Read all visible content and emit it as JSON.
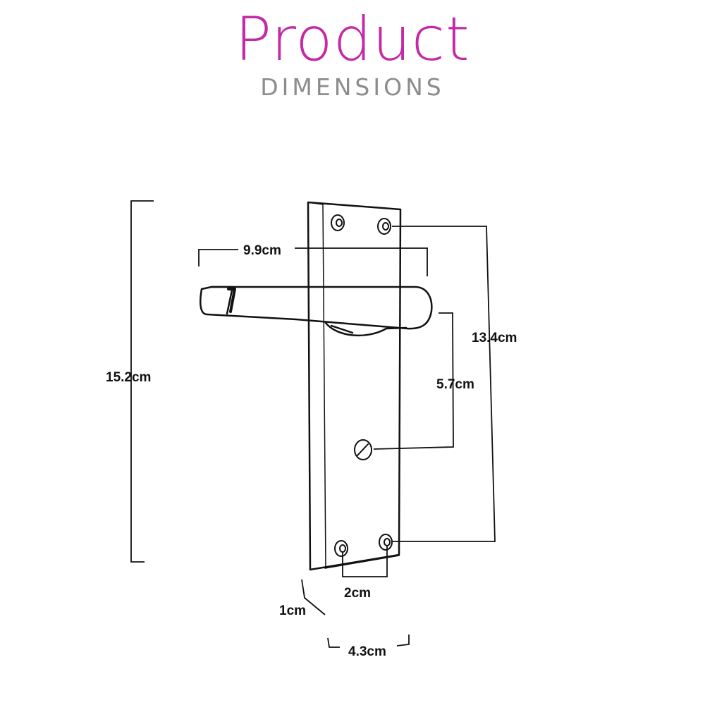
{
  "header": {
    "title": "Product",
    "subtitle": "DIMENSIONS"
  },
  "colors": {
    "title": "#c42aa6",
    "subtitle": "#8c8c8c",
    "line": "#111111"
  },
  "dimensions": {
    "total_height": "15.2cm",
    "lever_length": "9.9cm",
    "screw_spacing_vertical": "13.4cm",
    "lever_to_lock": "5.7cm",
    "screw_spacing_horizontal": "2cm",
    "plate_depth": "1cm",
    "plate_width": "4.3cm"
  }
}
